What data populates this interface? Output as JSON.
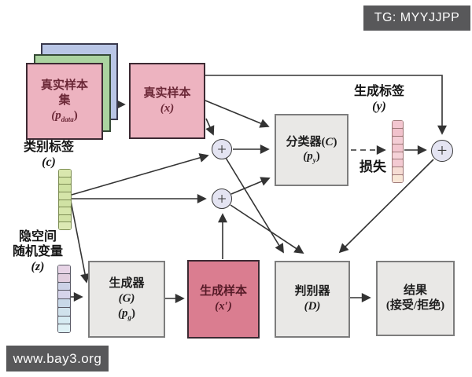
{
  "watermarks": {
    "tg_badge": "TG: MYYJJPP",
    "site_badge": "www.bay3.org"
  },
  "nodes": {
    "real_sample_set": {
      "line1": "真实样本",
      "line2": "集",
      "p_pre": "(p",
      "p_sub": "data",
      "p_post": ")"
    },
    "real_sample": {
      "line1": "真实样本",
      "var": "(x)"
    },
    "generator": {
      "line1": "生成器",
      "var": "(G)",
      "p_pre": "(p",
      "p_sub": "g",
      "p_post": ")"
    },
    "generated_sample": {
      "line1": "生成样本",
      "var": "(x′)"
    },
    "classifier": {
      "pre": "分类器(",
      "var": "C",
      "post": ")",
      "p_pre": "(p",
      "p_sub": "y",
      "p_post": ")"
    },
    "discriminator": {
      "line1": "判别器",
      "var": "(D)"
    },
    "result": {
      "line1": "结果",
      "line2": "(接受/拒绝)"
    }
  },
  "labels": {
    "class_label": {
      "line1": "类别标签",
      "var": "(c)"
    },
    "latent": {
      "line1": "隐空间",
      "line2": "随机变量",
      "var": "(z)"
    },
    "gen_label": {
      "line1": "生成标签",
      "var": "(y)"
    },
    "loss": "损失"
  },
  "icons": {
    "plus": "+"
  },
  "colors": {
    "pink_box": "#edb3c0",
    "rose_box": "#da7d90",
    "green_layer": "#abd3a0",
    "blue_layer": "#b9c6e6",
    "gray_box": "#e9e8e6",
    "plus_circle_fill": "#e4e4f2",
    "arrow": "#333333",
    "badge_bg": "#58585a",
    "c_stack_cells": [
      "#d9e7ae",
      "#d3e4a5",
      "#cfe2a2",
      "#d5e5a9",
      "#d0e2a4",
      "#d6e6ab",
      "#d2e3a6",
      "#dce9b4"
    ],
    "z_stack_cells": [
      "#e7d4e6",
      "#e1cede",
      "#ccd2e6",
      "#d6d4ea",
      "#c8d8e8",
      "#d0e2ec",
      "#d6ebf2",
      "#def1f5"
    ],
    "y_stack_cells": [
      "#f3c6d0",
      "#f1c2cc",
      "#f4cdd5",
      "#f2c6cf",
      "#f5d2d8",
      "#f3cad2",
      "#f6dcd4",
      "#f8e6d6"
    ]
  }
}
